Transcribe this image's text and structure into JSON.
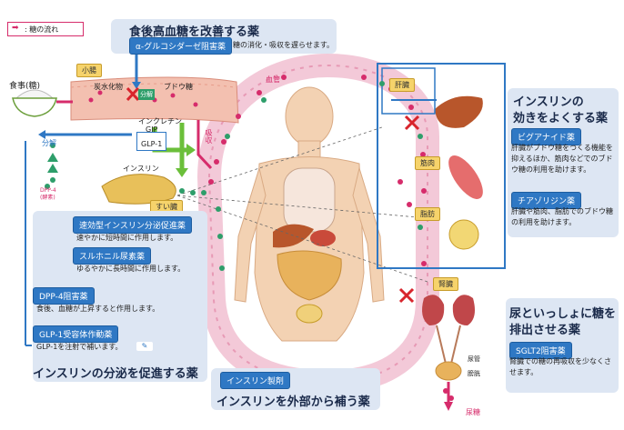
{
  "legend": {
    "text": ": 糖の流れ"
  },
  "meal": {
    "label": "食事(糖)"
  },
  "intestine": {
    "label": "小腸",
    "carb": "炭水化物",
    "glucose": "ブドウ糖",
    "decompose": "分解",
    "incretin": "インクレチン",
    "gip": "GIP",
    "glp1": "GLP-1",
    "absorb": "吸収"
  },
  "blood": {
    "label": "血管"
  },
  "pancreas": {
    "label": "すい臓",
    "insulin": "インスリン"
  },
  "breakdown": {
    "label": "分解",
    "dpp4": "DPP-4\n(酵素)"
  },
  "postmeal": {
    "title": "食後高血糖を改善する薬",
    "drug": "α-グルコシダーゼ阻害薬",
    "desc": "糖の消化・吸収を遅らせます。"
  },
  "secretion": {
    "title": "インスリンの分泌を促進する薬",
    "drug1": "速効型インスリン分泌促進薬",
    "desc1": "速やかに短時間に作用します。",
    "drug2": "スルホニル尿素薬",
    "desc2": "ゆるやかに長時間に作用します。",
    "drug3": "DPP-4阻害薬",
    "desc3": "食後、血糖が上昇すると作用します。",
    "drug4": "GLP-1受容体作動薬",
    "desc4": "GLP-1を注射で補います。"
  },
  "external": {
    "title": "インスリンを外部から補う薬",
    "drug": "インスリン製剤"
  },
  "sensitivity": {
    "title1": "インスリンの",
    "title2": "効きをよくする薬",
    "drug1": "ビグアナイド薬",
    "desc1": "肝臓がブドウ糖をつくる機能を抑えるほか、筋肉などでのブドウ糖の利用を助けます。",
    "drug2": "チアゾリジン薬",
    "desc2": "肝臓や筋肉、脂肪でのブドウ糖の利用を助けます。"
  },
  "urine": {
    "title1": "尿といっしょに糖を",
    "title2": "排出させる薬",
    "drug": "SGLT2阻害薬",
    "desc": "腎臓での糖の再吸収を少なくさせます。"
  },
  "organs": {
    "liver": "肝臓",
    "muscle": "筋肉",
    "fat": "脂肪",
    "kidney": "腎臓",
    "ureter": "尿管",
    "bladder": "膀胱",
    "urine_sugar": "尿糖"
  },
  "colors": {
    "pill": "#2f78c4",
    "panel": "#dde6f3",
    "sugar": "#d62c6b",
    "insulin": "#2e9e6a",
    "arrow_green": "#6bbf3a",
    "arrow_blue": "#2f78c4",
    "block": "#d8242c"
  }
}
